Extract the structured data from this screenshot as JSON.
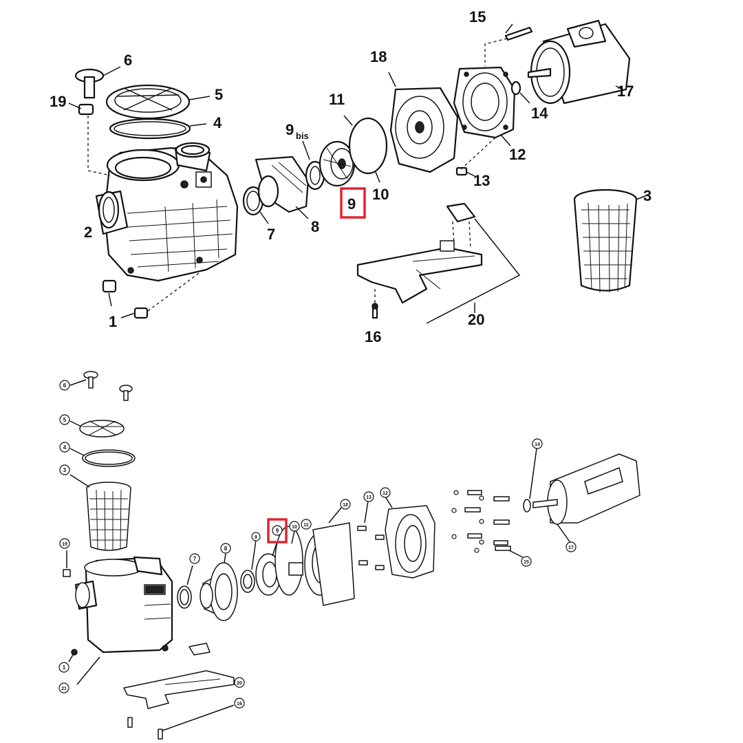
{
  "top_diagram": {
    "labels": {
      "p1": "1",
      "p2": "2",
      "p3": "3",
      "p4": "4",
      "p5": "5",
      "p6": "6",
      "p7": "7",
      "p8": "8",
      "p9bis_main": "9",
      "p9bis_sub": "bis",
      "p9": "9",
      "p10": "10",
      "p11": "11",
      "p12": "12",
      "p13": "13",
      "p14": "14",
      "p15": "15",
      "p16": "16",
      "p17": "17",
      "p18": "18",
      "p19": "19",
      "p20": "20"
    },
    "highlight_color": "#e0242f"
  },
  "bottom_diagram": {
    "labels": {
      "c1": "1",
      "c3": "3",
      "c4": "4",
      "c5": "5",
      "c6": "6",
      "c7": "7",
      "c8": "8",
      "c9a": "9",
      "c9": "9",
      "c10": "10",
      "c11": "11",
      "c12": "12",
      "c13": "13",
      "c14": "14",
      "c15": "15",
      "c16": "16",
      "c17": "17",
      "c18": "18",
      "c19": "19",
      "c20": "20",
      "c21": "21"
    },
    "highlight_color": "#e0242f"
  },
  "icons": [
    "pump-housing-drawing",
    "motor-drawing",
    "strainer-basket-drawing",
    "impeller-drawing",
    "diffuser-drawing",
    "seal-plate-drawing",
    "base-drawing"
  ]
}
